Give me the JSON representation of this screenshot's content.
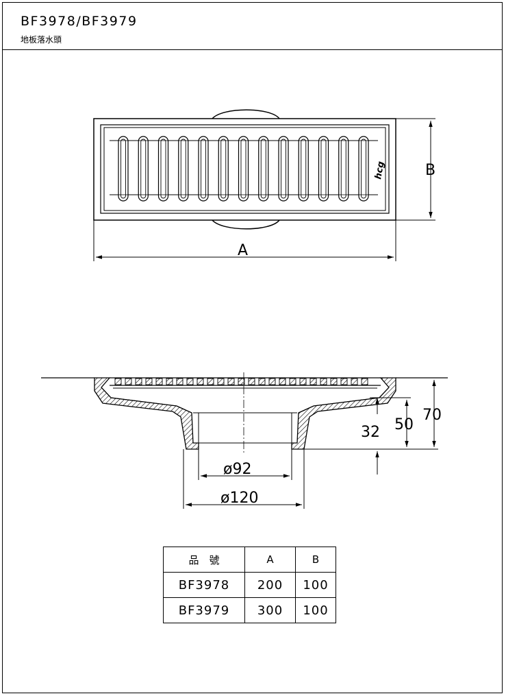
{
  "header": {
    "model_title": "BF3978/BF3979",
    "subtitle": "地板落水頭"
  },
  "plan_view": {
    "logo_text": "hcg",
    "dim_a_label": "A",
    "dim_b_label": "B",
    "slot_count": 13
  },
  "section_view": {
    "dim_70": "70",
    "dim_50": "50",
    "dim_32": "32",
    "dim_92": "ø92",
    "dim_120": "ø120"
  },
  "spec_table": {
    "headers": {
      "model": "品　號",
      "a": "A",
      "b": "B"
    },
    "rows": [
      {
        "model": "BF3978",
        "a": "200",
        "b": "100"
      },
      {
        "model": "BF3979",
        "a": "300",
        "b": "100"
      }
    ]
  }
}
